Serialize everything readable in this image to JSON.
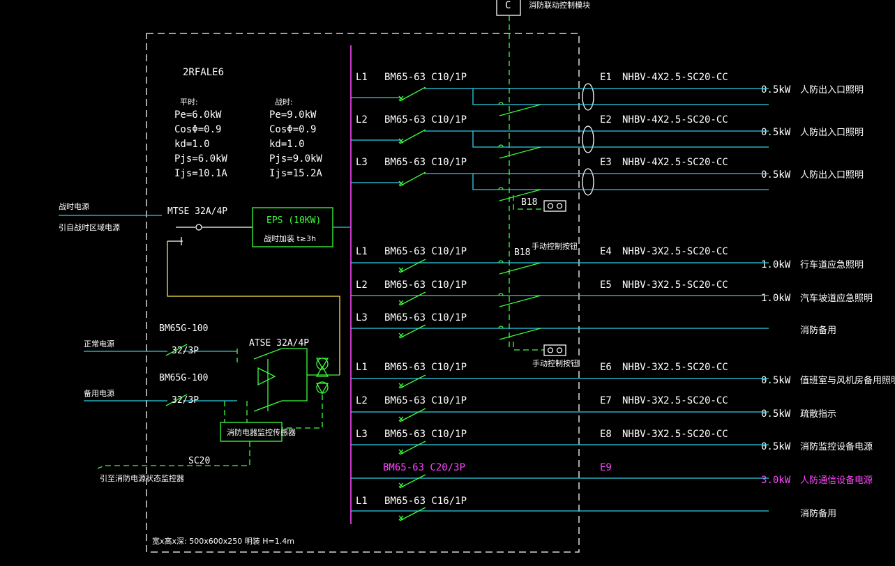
{
  "panel": {
    "name": "2RFALE6",
    "peace_label": "平时:",
    "peace": [
      "Pe=6.0kW",
      "CosΦ=0.9",
      "kd=1.0",
      "Pjs=6.0kW",
      "Ijs=10.1A"
    ],
    "war_label": "战时:",
    "war": [
      "Pe=9.0kW",
      "CosΦ=0.9",
      "kd=1.0",
      "Pjs=9.0kW",
      "Ijs=15.2A"
    ],
    "dims": "宽x高x深: 500x600x250   明装  H=1.4m"
  },
  "top_module": {
    "box_label": "C",
    "label": "消防联动控制模块"
  },
  "inputs": {
    "war_power": "战时电源",
    "war_power_from": "引自战时区域电源",
    "mtse": "MTSE 32A/4P",
    "eps_title": "EPS (10KW)",
    "eps_sub": "战时加装  t≥3h",
    "normal_power": "正常电源",
    "backup_power": "备用电源",
    "breaker_model_1": "BM65G-100",
    "breaker_model_2": "BM65G-100",
    "breaker_rating_1": "32/3P",
    "breaker_rating_2": "32/3P",
    "atse": "ATSE 32A/4P",
    "fire_sensor": "消防电器监控传感器",
    "sc20": "SC20",
    "to_monitor": "引至消防电源状态监控器"
  },
  "labels": {
    "b18_1": "B18",
    "b18_2": "B18",
    "manual_1": "手动控制按钮",
    "manual_2": "手动控制按钮"
  },
  "circuits": [
    {
      "phase": "L1",
      "breaker": "BM65-63  C10/1P",
      "id": "E1",
      "cable": "NHBV-4X2.5-SC20-CC",
      "power": "0.5kW",
      "load": "人防出入口照明"
    },
    {
      "phase": "L2",
      "breaker": "BM65-63  C10/1P",
      "id": "E2",
      "cable": "NHBV-4X2.5-SC20-CC",
      "power": "0.5kW",
      "load": "人防出入口照明"
    },
    {
      "phase": "L3",
      "breaker": "BM65-63  C10/1P",
      "id": "E3",
      "cable": "NHBV-4X2.5-SC20-CC",
      "power": "0.5kW",
      "load": "人防出入口照明"
    },
    {
      "phase": "L1",
      "breaker": "BM65-63  C10/1P",
      "id": "E4",
      "cable": "NHBV-3X2.5-SC20-CC",
      "power": "1.0kW",
      "load": "行车道应急照明"
    },
    {
      "phase": "L2",
      "breaker": "BM65-63  C10/1P",
      "id": "E5",
      "cable": "NHBV-3X2.5-SC20-CC",
      "power": "1.0kW",
      "load": "汽车坡道应急照明"
    },
    {
      "phase": "L3",
      "breaker": "BM65-63  C10/1P",
      "id": "",
      "cable": "",
      "power": "",
      "load": "消防备用"
    },
    {
      "phase": "L1",
      "breaker": "BM65-63  C10/1P",
      "id": "E6",
      "cable": "NHBV-3X2.5-SC20-CC",
      "power": "0.5kW",
      "load": "值班室与风机房备用照明"
    },
    {
      "phase": "L2",
      "breaker": "BM65-63  C10/1P",
      "id": "E7",
      "cable": "NHBV-3X2.5-SC20-CC",
      "power": "0.5kW",
      "load": "疏散指示"
    },
    {
      "phase": "L3",
      "breaker": "BM65-63  C10/1P",
      "id": "E8",
      "cable": "NHBV-3X2.5-SC20-CC",
      "power": "0.5kW",
      "load": "消防监控设备电源"
    },
    {
      "phase": "",
      "breaker": "BM65-63  C20/3P",
      "id": "E9",
      "cable": "",
      "power": "3.0kW",
      "load": "人防通信设备电源"
    },
    {
      "phase": "L1",
      "breaker": "BM65-63  C16/1P",
      "id": "",
      "cable": "",
      "power": "",
      "load": "消防备用"
    }
  ]
}
